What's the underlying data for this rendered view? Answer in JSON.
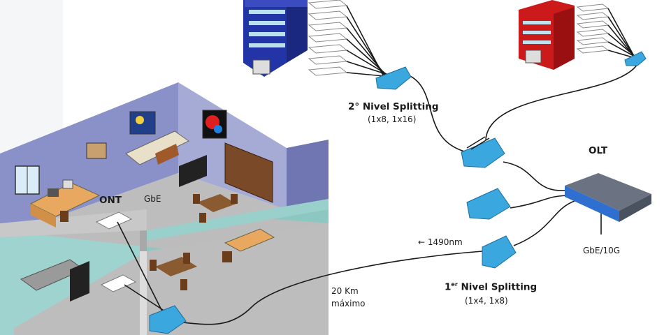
{
  "labels": {
    "ont": "ONT",
    "gbe": "GbE",
    "olt": "OLT",
    "olt_port": "GbE/10G",
    "wavelength": "← 1490nm",
    "distance_value": "20 Km",
    "distance_note": "máximo",
    "splitter2_title": "2° Nivel Splitting",
    "splitter2_ratio": "(1x8, 1x16)",
    "splitter1_prefix": "1",
    "splitter1_sup": "er",
    "splitter1_rest": " Nivel Splitting",
    "splitter1_ratio": "(1x4, 1x8)"
  },
  "colors": {
    "splitter": "#3aa7df",
    "splitter_dark": "#1c6e9c",
    "building_blue": "#2234a6",
    "building_red": "#cc1a1a",
    "olt_body": "#5a6270",
    "olt_stripe": "#2f6fd0",
    "house_wall": "#8a90c8",
    "house_floor": "#b9b9b9",
    "house_teal": "#9fd3cf",
    "fiber": "#1a1a1a"
  }
}
